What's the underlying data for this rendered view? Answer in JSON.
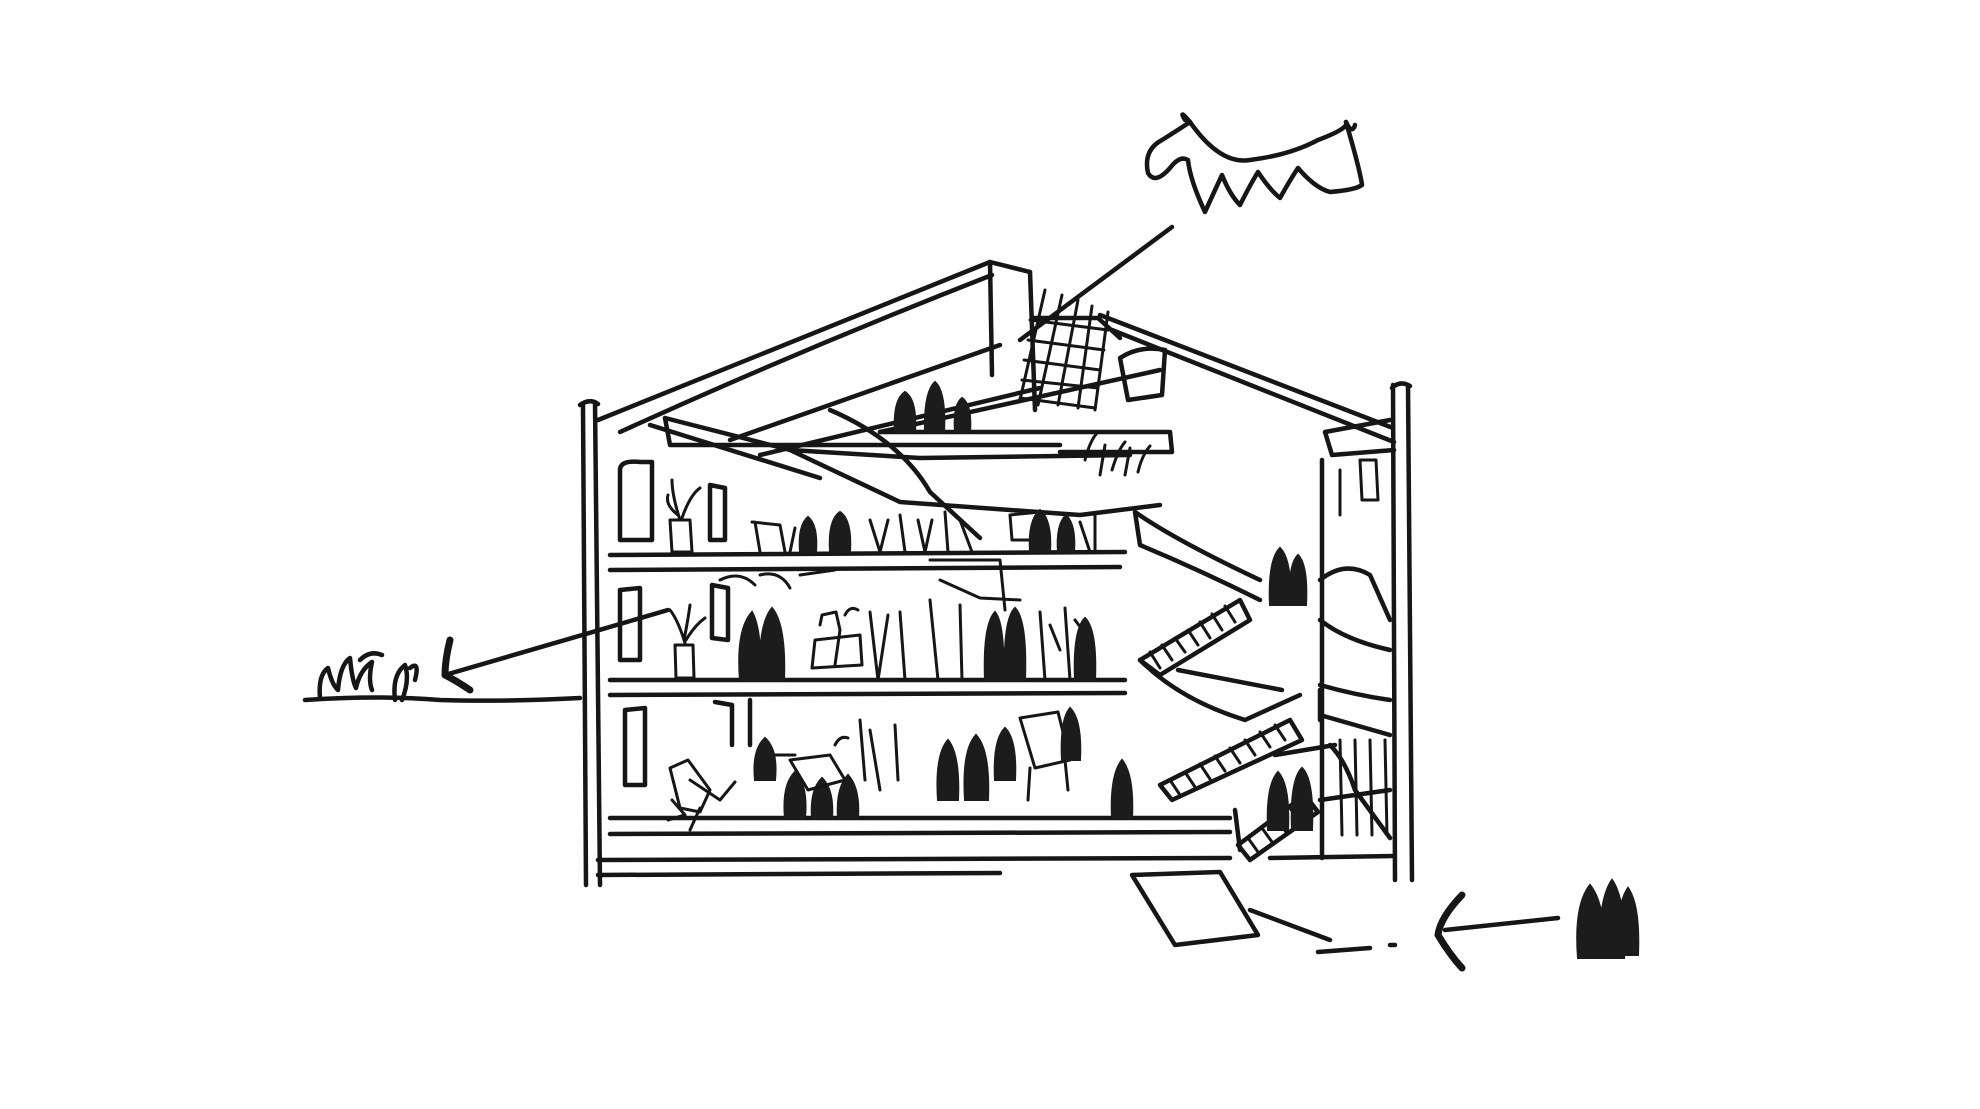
{
  "diagram": {
    "type": "architectural-section-sketch",
    "ink_color": "#161616",
    "background_color": "#ffffff",
    "floors": 3,
    "elements": [
      "sun",
      "roof-skylight",
      "stair",
      "people",
      "plants",
      "outdoor-vegetation",
      "view-arrow",
      "entry-arrow"
    ]
  }
}
